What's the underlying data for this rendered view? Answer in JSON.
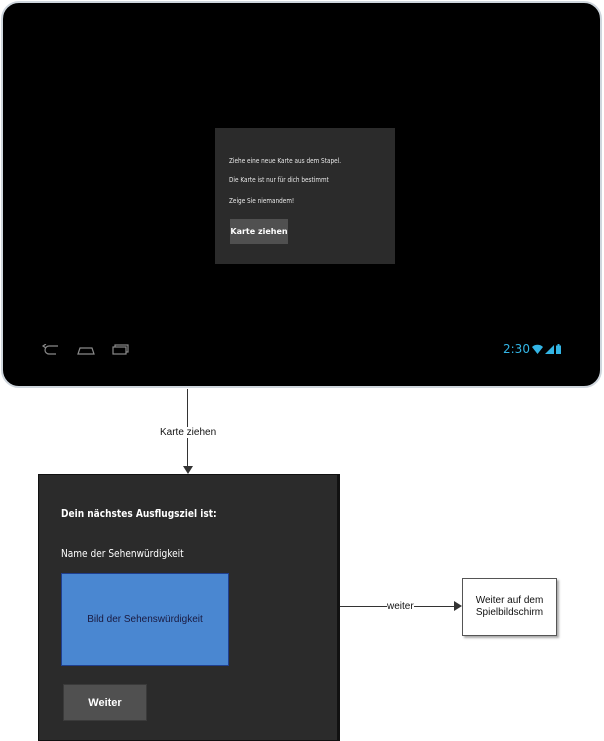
{
  "tablet_screen": {
    "dialog": {
      "lines": [
        "Ziehe eine neue Karte aus dem Stapel.",
        "Die Karte ist nur für dich bestimmt",
        "Zeige Sie niemandem!"
      ],
      "button_label": "Karte ziehen"
    },
    "navbar": {
      "icons": [
        "back-icon",
        "home-icon",
        "recent-apps-icon"
      ]
    },
    "status": {
      "time": "2:30",
      "icons": [
        "wifi-icon",
        "signal-icon",
        "battery-icon"
      ],
      "accent_color": "#33b5e5"
    }
  },
  "transition_1": {
    "label": "Karte ziehen"
  },
  "result_screen": {
    "heading": "Dein nächstes Ausflugsziel ist:",
    "sight_name": "Name der Sehenwürdigkeit",
    "image_placeholder": "Bild der Sehenswürdigkeit",
    "button_label": "Weiter"
  },
  "transition_2": {
    "label": "weiter"
  },
  "destination": {
    "label": "Weiter auf dem Spielbildschirm"
  }
}
